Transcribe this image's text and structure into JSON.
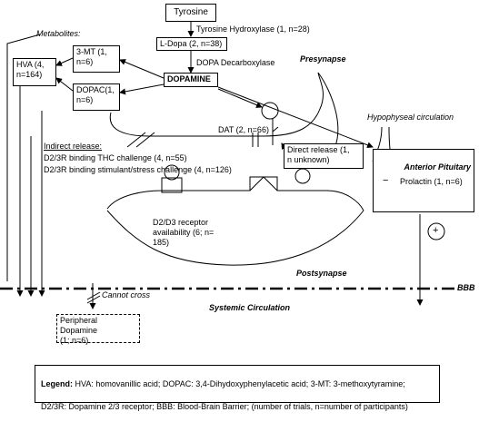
{
  "tyrosine": "Tyrosine",
  "tyrosine_hydroxylase": "Tyrosine Hydroxylase (1, n=28)",
  "ldopa": "L-Dopa (2, n=38)",
  "dopa_decarboxylase": "DOPA Decarboxylase",
  "dopamine": "DOPAMINE",
  "metabolites_label": "Metabolites:",
  "hva": "HVA (4,\nn=164)",
  "mt3": "3-MT (1,\nn=6)",
  "dopac": "DOPAC(1,\nn=6)",
  "presynapse": "Presynapse",
  "dat": "DAT (2, n=66)",
  "direct_release": "Direct release (1,\nn unknown)",
  "hypophyseal": "Hypophyseal circulation",
  "anterior_pituitary": "Anterior  Pituitary",
  "prolactin": "Prolactin (1, n=6)",
  "minus_sign": "−",
  "plus_sign": "+",
  "indirect_release": {
    "heading": "Indirect release:",
    "line1": "D2/3R binding THC challenge (4, n=55)",
    "line2": "D2/3R binding stimulant/stress challenge (4, n=126)"
  },
  "receptor_availability": "D2/D3 receptor\navailability (6; n=\n185)",
  "postsynapse": "Postsynapse",
  "bbb": "BBB",
  "cannot_cross": "Cannot cross",
  "systemic_circulation": "Systemic Circulation",
  "peripheral_dopamine": "Peripheral Dopamine\n(1; n=6)",
  "legend": {
    "title": "Legend:",
    "line1": " HVA: homovanillic acid; DOPAC: 3,4-Dihydoxyphenylacetic acid; 3-MT: 3-methoxytyramine;",
    "line2": "D2/3R: Dopamine 2/3 receptor; BBB: Blood-Brain Barrier; (number of trials, n=number of participants)"
  }
}
